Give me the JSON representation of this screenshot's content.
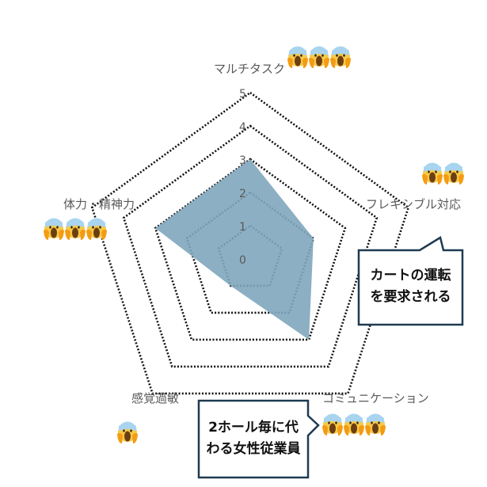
{
  "chart_data": {
    "type": "radar",
    "axes": [
      "マルチタスク",
      "フレキシブル対応",
      "コミュニケーション",
      "感覚過敏",
      "体力・精神力"
    ],
    "values": [
      3,
      2,
      3,
      1,
      3
    ],
    "scale_min": 0,
    "scale_max": 5,
    "tick_labels": [
      "0",
      "1",
      "2",
      "3",
      "4",
      "5"
    ],
    "fill_color": "#7fa6bd",
    "grid_color": "#111111",
    "emoji_counts": [
      3,
      2,
      3,
      1,
      3
    ],
    "emoji_icon": "face-screaming-in-fear-icon"
  },
  "callouts": [
    {
      "lines": [
        "カートの運転",
        "を要求される"
      ],
      "border_color": "#1f3a52"
    },
    {
      "lines": [
        "2ホール毎に代",
        "わる女性従業員"
      ],
      "border_color": "#1f3a52"
    }
  ]
}
